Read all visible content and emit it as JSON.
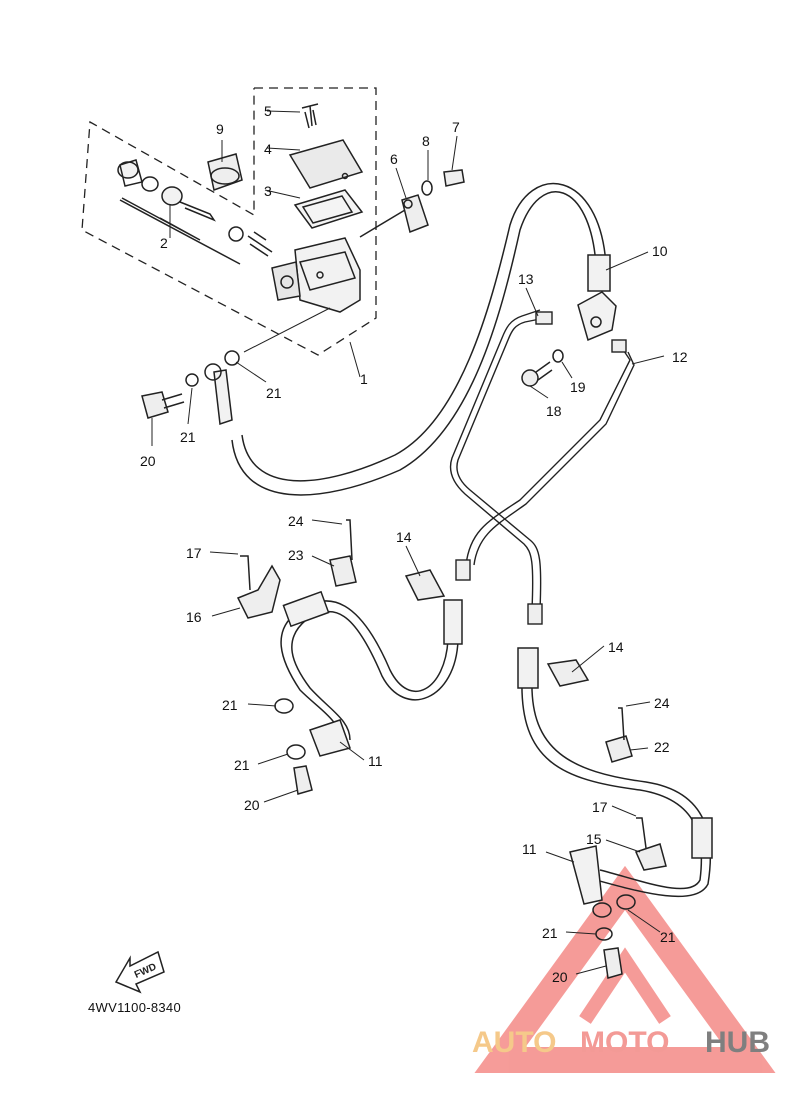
{
  "diagram": {
    "callouts": [
      {
        "id": "c1",
        "text": "1"
      },
      {
        "id": "c2",
        "text": "2"
      },
      {
        "id": "c3",
        "text": "3"
      },
      {
        "id": "c4",
        "text": "4"
      },
      {
        "id": "c5",
        "text": "5"
      },
      {
        "id": "c6",
        "text": "6"
      },
      {
        "id": "c7",
        "text": "7"
      },
      {
        "id": "c8",
        "text": "8"
      },
      {
        "id": "c9",
        "text": "9"
      },
      {
        "id": "c10",
        "text": "10"
      },
      {
        "id": "c11a",
        "text": "11"
      },
      {
        "id": "c11b",
        "text": "11"
      },
      {
        "id": "c12",
        "text": "12"
      },
      {
        "id": "c13",
        "text": "13"
      },
      {
        "id": "c14a",
        "text": "14"
      },
      {
        "id": "c14b",
        "text": "14"
      },
      {
        "id": "c15",
        "text": "15"
      },
      {
        "id": "c16",
        "text": "16"
      },
      {
        "id": "c17a",
        "text": "17"
      },
      {
        "id": "c17b",
        "text": "17"
      },
      {
        "id": "c18",
        "text": "18"
      },
      {
        "id": "c19",
        "text": "19"
      },
      {
        "id": "c20a",
        "text": "20"
      },
      {
        "id": "c20b",
        "text": "20"
      },
      {
        "id": "c20c",
        "text": "20"
      },
      {
        "id": "c21a",
        "text": "21"
      },
      {
        "id": "c21b",
        "text": "21"
      },
      {
        "id": "c21c",
        "text": "21"
      },
      {
        "id": "c21d",
        "text": "21"
      },
      {
        "id": "c21e",
        "text": "21"
      },
      {
        "id": "c21f",
        "text": "21"
      },
      {
        "id": "c22",
        "text": "22"
      },
      {
        "id": "c23",
        "text": "23"
      },
      {
        "id": "c24a",
        "text": "24"
      },
      {
        "id": "c24b",
        "text": "24"
      }
    ],
    "fwd_label": "FWD",
    "part_code": "4WV1100-8340"
  },
  "watermark": {
    "brand_part1": "AUTO",
    "brand_part2": "MOTO",
    "brand_part3": "HUB",
    "color_part1": "#f5c98a",
    "color_part2": "#f39a96",
    "color_part3": "#7f7f7f",
    "logo_color": "#ee4a45"
  }
}
